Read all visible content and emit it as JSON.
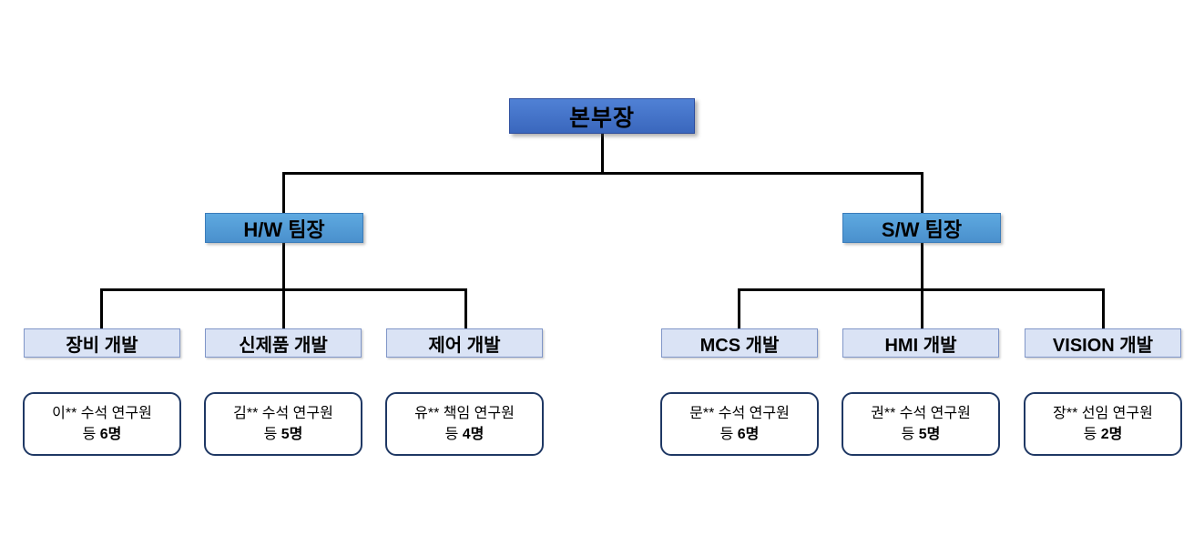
{
  "org": {
    "root": {
      "label": "본부장"
    },
    "count_prefix": "등",
    "teams": [
      {
        "label": "H/W 팀장",
        "children": [
          {
            "label": "장비 개발",
            "member": "이** 수석 연구원",
            "count": "6명"
          },
          {
            "label": "신제품 개발",
            "member": "김** 수석 연구원",
            "count": "5명"
          },
          {
            "label": "제어 개발",
            "member": "유** 책임 연구원",
            "count": "4명"
          }
        ]
      },
      {
        "label": "S/W 팀장",
        "children": [
          {
            "label": "MCS 개발",
            "member": "문** 수석 연구원",
            "count": "6명"
          },
          {
            "label": "HMI 개발",
            "member": "권** 수석 연구원",
            "count": "5명"
          },
          {
            "label": "VISION 개발",
            "member": "장** 선임 연구원",
            "count": "2명"
          }
        ]
      }
    ],
    "colors": {
      "root_fill": "#3f6fc6",
      "team_fill": "#54a0da",
      "dept_fill": "#dae3f5",
      "dept_border": "#8096c8",
      "member_border": "#1f3864",
      "connector": "#000000"
    }
  }
}
